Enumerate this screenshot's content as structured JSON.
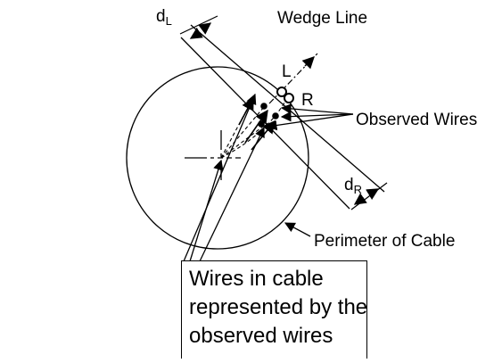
{
  "labels": {
    "d_left": "d",
    "d_left_sub": "L",
    "wedge_line": "Wedge Line",
    "point_l": "L",
    "point_r": "R",
    "observed_wires": "Observed Wires",
    "d_right": "d",
    "d_right_sub": "R",
    "perimeter": "Perimeter of Cable"
  },
  "callout": {
    "lines": [
      "Wires in cable",
      "represented by the",
      "observed wires"
    ]
  }
}
